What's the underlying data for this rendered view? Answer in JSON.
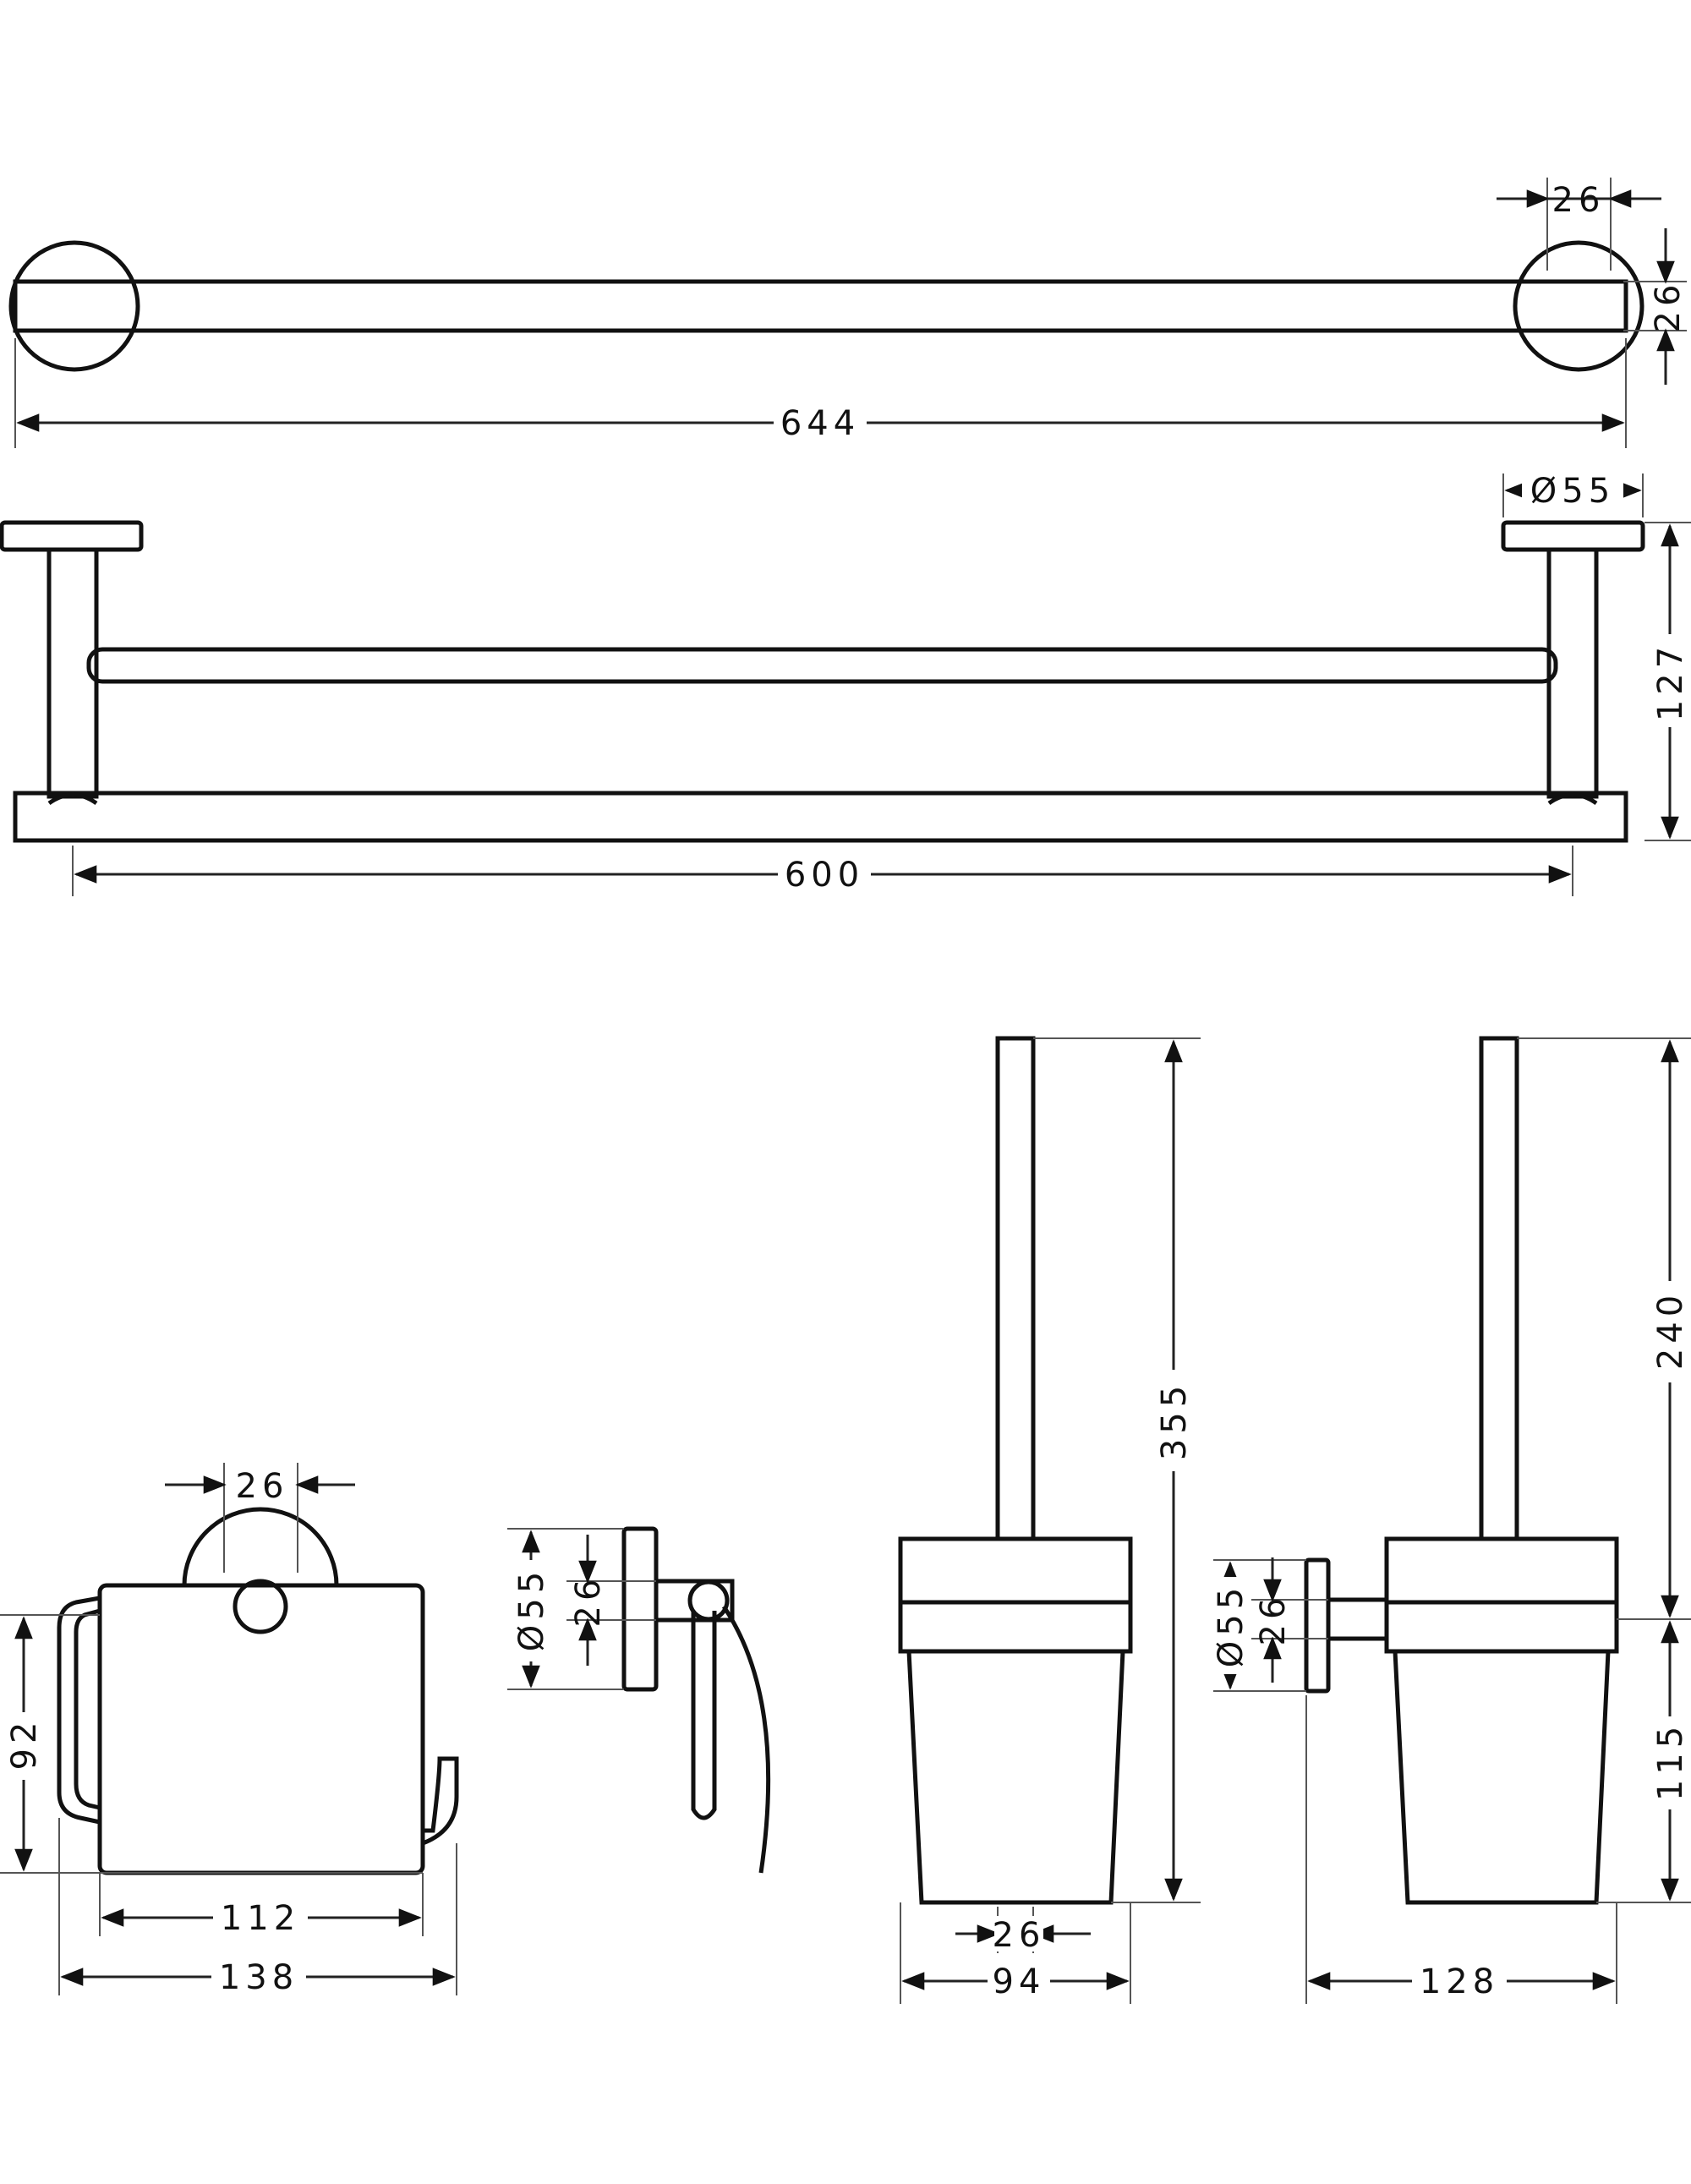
{
  "line_color": "#111111",
  "background": "#ffffff",
  "towel_rack_top": {
    "dim_width": "644",
    "dim_post": "26",
    "dim_depth": "26"
  },
  "towel_rack_front": {
    "dim_rosette": "Ø55",
    "dim_height": "127",
    "dim_centers": "600"
  },
  "paper_holder_front": {
    "dim_rosette": "26",
    "dim_height": "92",
    "dim_inner": "112",
    "dim_overall": "138"
  },
  "paper_holder_side": {
    "dim_rosette": "Ø55",
    "dim_post": "26"
  },
  "brush_front": {
    "dim_height": "355",
    "dim_handle": "26",
    "dim_width": "94"
  },
  "brush_side": {
    "dim_upper": "240",
    "dim_lower": "115",
    "dim_rosette": "Ø55",
    "dim_post": "26",
    "dim_depth": "128"
  }
}
